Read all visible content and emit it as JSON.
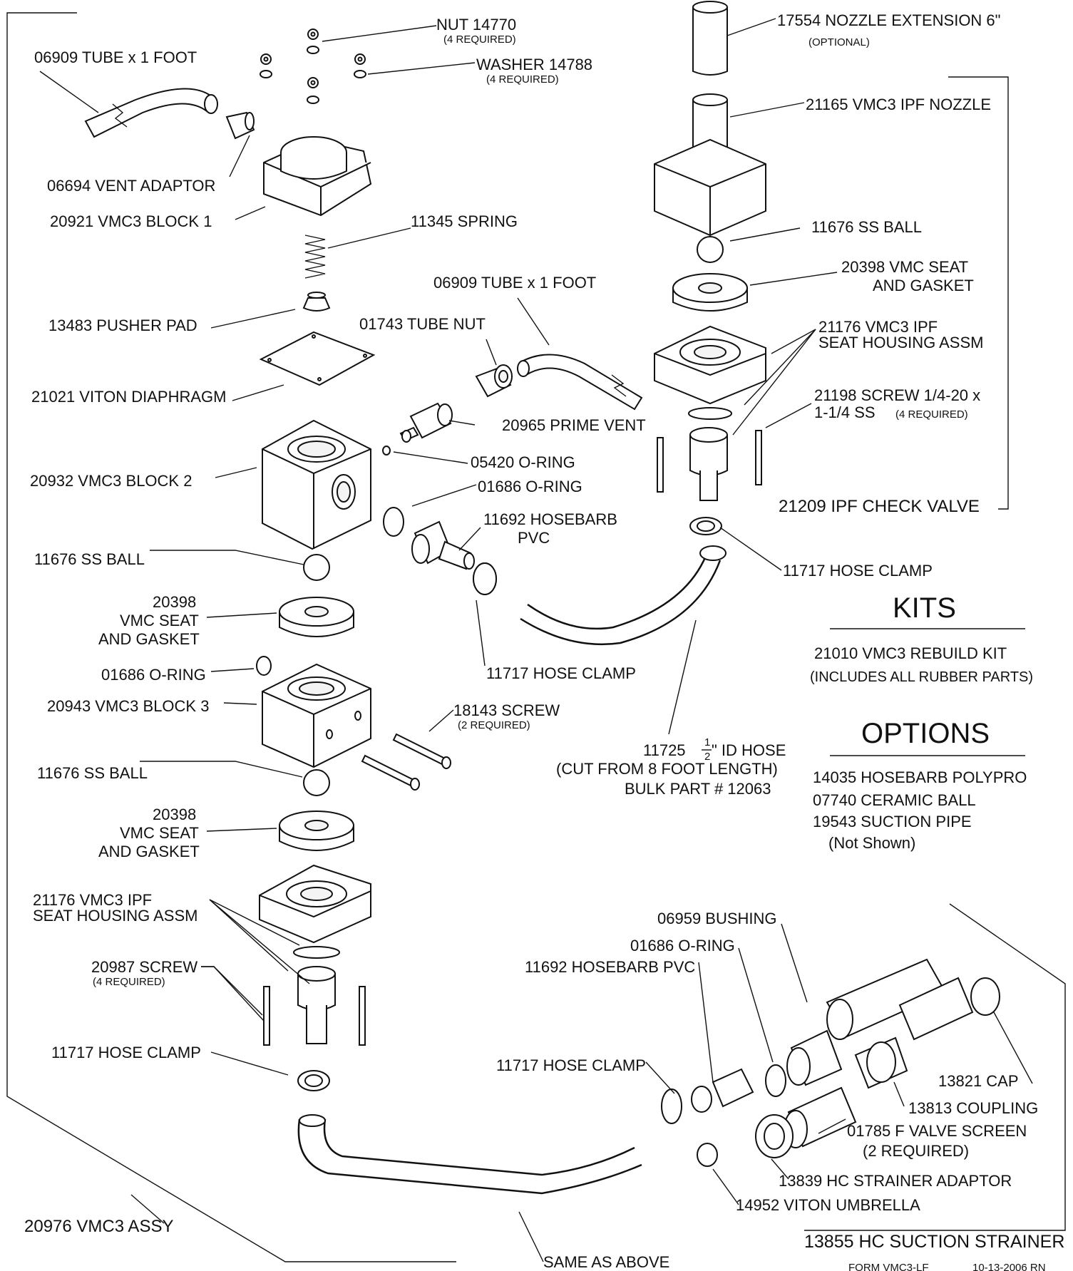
{
  "labels": {
    "nut": "NUT 14770",
    "nut_qty": "(4 REQUIRED)",
    "washer": "WASHER 14788",
    "washer_qty": "(4 REQUIRED)",
    "tube_top": "06909 TUBE x 1 FOOT",
    "vent_adaptor": "06694 VENT ADAPTOR",
    "block1": "20921 VMC3 BLOCK 1",
    "spring": "11345 SPRING",
    "tube_mid": "06909 TUBE x 1 FOOT",
    "pusher_pad": "13483 PUSHER PAD",
    "tube_nut": "01743 TUBE NUT",
    "diaphragm": "21021 VITON DIAPHRAGM",
    "prime_vent": "20965 PRIME VENT",
    "block2": "20932 VMC3 BLOCK 2",
    "oring_05420": "05420 O-RING",
    "oring_01686_mid": "01686 O-RING",
    "hosebarb_mid_1": "11692 HOSEBARB",
    "hosebarb_mid_2": "PVC",
    "ss_ball_1": "11676 SS BALL",
    "seat1_a": "20398",
    "seat1_b": "VMC SEAT",
    "seat1_c": "AND GASKET",
    "oring_01686_left": "01686 O-RING",
    "hose_clamp_mid": "11717 HOSE CLAMP",
    "block3": "20943 VMC3 BLOCK 3",
    "screw_18143": "18143 SCREW",
    "screw_18143_qty": "(2 REQUIRED)",
    "ss_ball_2": "11676 SS BALL",
    "seat2_a": "20398",
    "seat2_b": "VMC SEAT",
    "seat2_c": "AND GASKET",
    "seat_housing_left_1": "21176 VMC3 IPF",
    "seat_housing_left_2": "SEAT HOUSING ASSM",
    "screw_20987": "20987 SCREW",
    "screw_20987_qty": "(4 REQUIRED)",
    "hose_clamp_left": "11717 HOSE CLAMP",
    "vmc3_assy": "20976 VMC3 ASSY",
    "same_as_above": "SAME AS ABOVE",
    "nozzle_ext": "17554 NOZZLE EXTENSION 6\"",
    "nozzle_ext_opt": "(OPTIONAL)",
    "ipf_nozzle": "21165 VMC3 IPF NOZZLE",
    "ss_ball_right": "11676 SS BALL",
    "seat_right_1": "20398  VMC SEAT",
    "seat_right_2": "AND GASKET",
    "seat_housing_right_1": "21176 VMC3 IPF",
    "seat_housing_right_2": "SEAT HOUSING ASSM",
    "screw_21198_1": "21198 SCREW 1/4-20 x",
    "screw_21198_2": "1-1/4  SS",
    "screw_21198_qty": "(4 REQUIRED)",
    "check_valve": "21209 IPF CHECK VALVE",
    "hose_clamp_right": "11717 HOSE CLAMP",
    "hose_1": "11725",
    "hose_half_num": "1",
    "hose_half_den": "2",
    "hose_1b": "\" ID HOSE",
    "hose_2": "(CUT FROM 8 FOOT LENGTH)",
    "hose_3": "BULK PART # 12063",
    "bushing": "06959 BUSHING",
    "oring_bottom": "01686 O-RING",
    "hosebarb_bottom": "11692 HOSEBARB PVC",
    "hose_clamp_bottom": "11717 HOSE CLAMP",
    "cap": "13821 CAP",
    "coupling": "13813 COUPLING",
    "valve_screen_1": "01785 F VALVE SCREEN",
    "valve_screen_2": "(2 REQUIRED)",
    "strainer_adaptor": "13839 HC STRAINER ADAPTOR",
    "umbrella": "14952 VITON UMBRELLA",
    "suction_strainer": "13855 HC SUCTION STRAINER",
    "form_left": "FORM VMC3-LF",
    "form_right": "10-13-2006 RN"
  },
  "kits": {
    "title": "KITS",
    "line1": "21010 VMC3 REBUILD KIT",
    "line2": "(INCLUDES ALL RUBBER PARTS)"
  },
  "options": {
    "title": "OPTIONS",
    "line1": "14035 HOSEBARB POLYPRO",
    "line2": "07740 CERAMIC BALL",
    "line3": "19543 SUCTION PIPE",
    "line4": "(Not Shown)"
  }
}
